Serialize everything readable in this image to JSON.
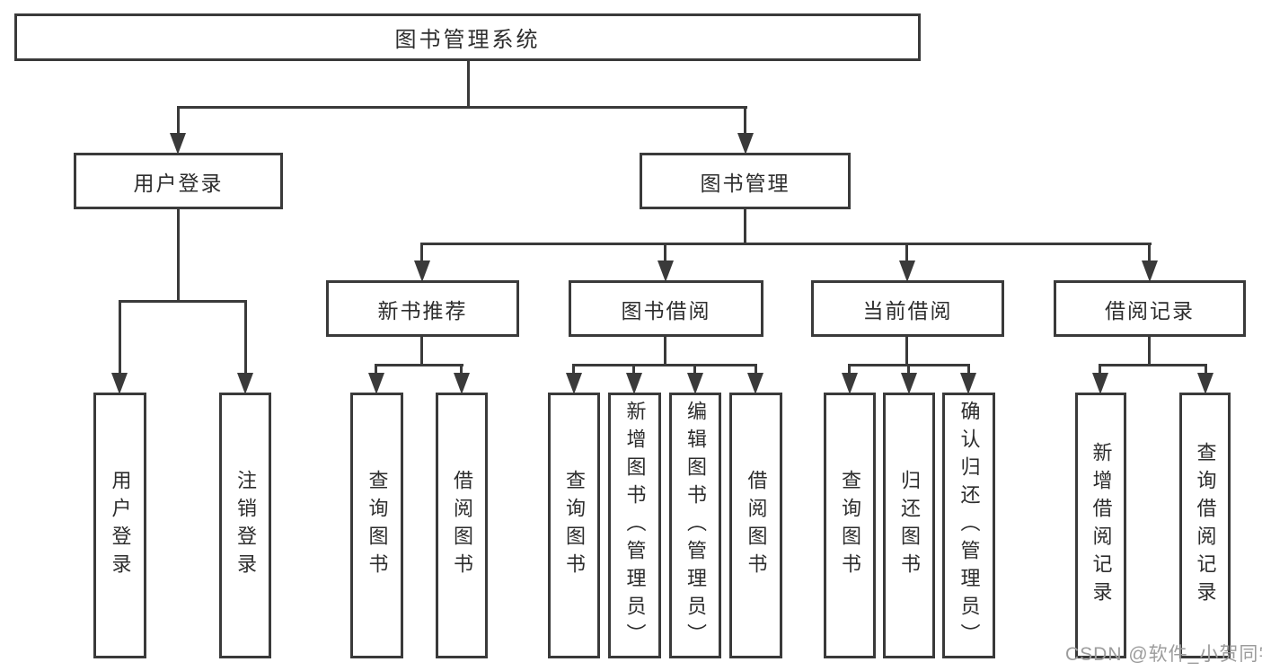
{
  "colors": {
    "line": "#3a3a3a",
    "text": "#2d2d2d",
    "watermark": "#9c9c9c",
    "background": "#ffffff"
  },
  "watermark": {
    "text": "CSDN @软件_小贺同学"
  },
  "tree": {
    "root": {
      "label": "图书管理系统"
    },
    "level2": [
      {
        "label": "用户登录",
        "leaves": [
          {
            "label": "用户登录"
          },
          {
            "label": "注销登录"
          }
        ]
      },
      {
        "label": "图书管理",
        "children": [
          {
            "label": "新书推荐",
            "leaves": [
              {
                "label": "查询图书"
              },
              {
                "label": "借阅图书"
              }
            ]
          },
          {
            "label": "图书借阅",
            "leaves": [
              {
                "label": "查询图书"
              },
              {
                "label": "新增图书（管理员）"
              },
              {
                "label": "编辑图书（管理员）"
              },
              {
                "label": "借阅图书"
              }
            ]
          },
          {
            "label": "当前借阅",
            "leaves": [
              {
                "label": "查询图书"
              },
              {
                "label": "归还图书"
              },
              {
                "label": "确认归还（管理员）"
              }
            ]
          },
          {
            "label": "借阅记录",
            "leaves": [
              {
                "label": "新增借阅记录"
              },
              {
                "label": "查询借阅记录"
              }
            ]
          }
        ]
      }
    ]
  }
}
